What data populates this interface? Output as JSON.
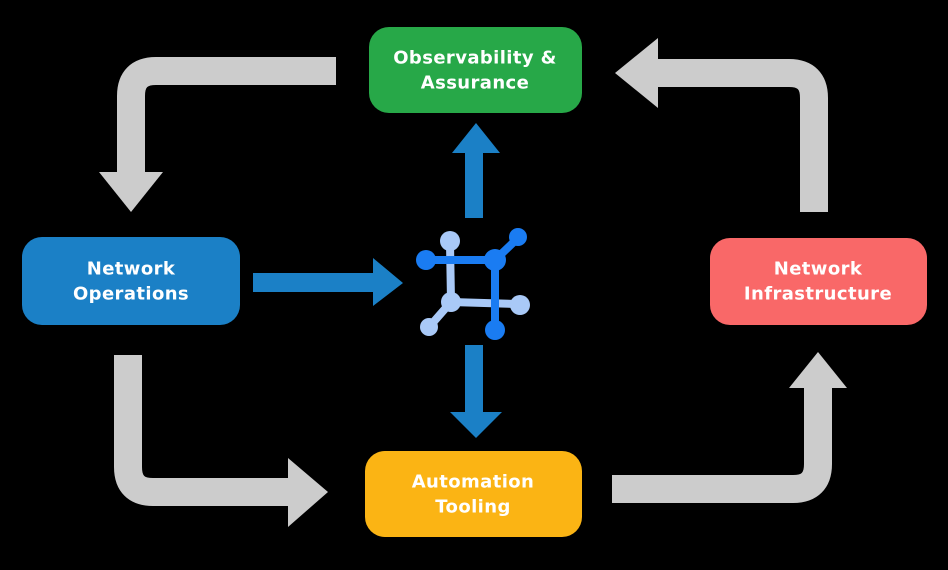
{
  "colors": {
    "background": "#000000",
    "box_green": "#27A848",
    "box_blue": "#1B80C6",
    "box_red": "#F96868",
    "box_yellow": "#FBB414",
    "arrow_blue": "#1B80C6",
    "arrow_gray": "#CCCCCC",
    "icon_dark_blue": "#1A7CF2",
    "icon_light_blue": "#A9C9F7",
    "label_text": "#FFFFFF"
  },
  "boxes": {
    "observability": {
      "line1": "Observability &",
      "line2": "Assurance"
    },
    "operations": {
      "line1": "Network",
      "line2": "Operations"
    },
    "infrastructure": {
      "line1": "Network",
      "line2": "Infrastructure"
    },
    "automation": {
      "line1": "Automation",
      "line2": "Tooling"
    }
  },
  "center_icon": "network-automation-icon",
  "arrows": [
    {
      "from": "Observability & Assurance",
      "to": "Network Operations",
      "style": "gray-cycle"
    },
    {
      "from": "Network Operations",
      "to": "Automation Tooling",
      "style": "gray-cycle"
    },
    {
      "from": "Automation Tooling",
      "to": "Network Infrastructure",
      "style": "gray-cycle"
    },
    {
      "from": "Network Infrastructure",
      "to": "Observability & Assurance",
      "style": "gray-cycle"
    },
    {
      "from": "Network Operations",
      "to": "center-icon",
      "style": "blue"
    },
    {
      "from": "center-icon",
      "to": "Observability & Assurance",
      "style": "blue"
    },
    {
      "from": "center-icon",
      "to": "Automation Tooling",
      "style": "blue"
    }
  ]
}
